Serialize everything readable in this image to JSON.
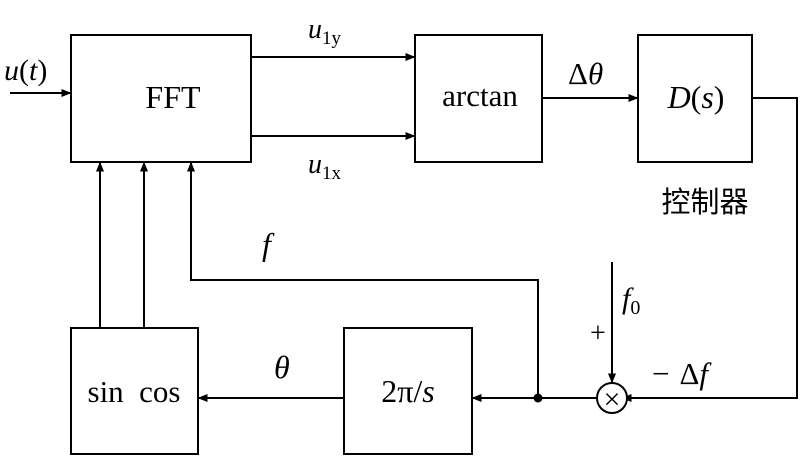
{
  "blocks": {
    "fft": "FFT",
    "arctan": "arctan",
    "controller": {
      "d": "D",
      "lp": "(",
      "s": "s",
      "rp": ")"
    },
    "sincos": "sin  cos",
    "integrator": {
      "num": "2π/",
      "s": "s"
    }
  },
  "controller_caption": "控制器",
  "signals": {
    "input": {
      "u": "u",
      "lp": "(",
      "t": "t",
      "rp": ")"
    },
    "u1y": {
      "u": "u",
      "sub": "1y"
    },
    "u1x": {
      "u": "u",
      "sub": "1x"
    },
    "delta_theta": {
      "delta": "Δ",
      "theta": "θ"
    },
    "f": "f",
    "f0": {
      "f": "f",
      "sub": "0"
    },
    "plus": "+",
    "minus_delta_f": {
      "minus": "−",
      "delta": "Δ",
      "f": "f"
    },
    "theta": "θ"
  },
  "summer_symbol": "×"
}
